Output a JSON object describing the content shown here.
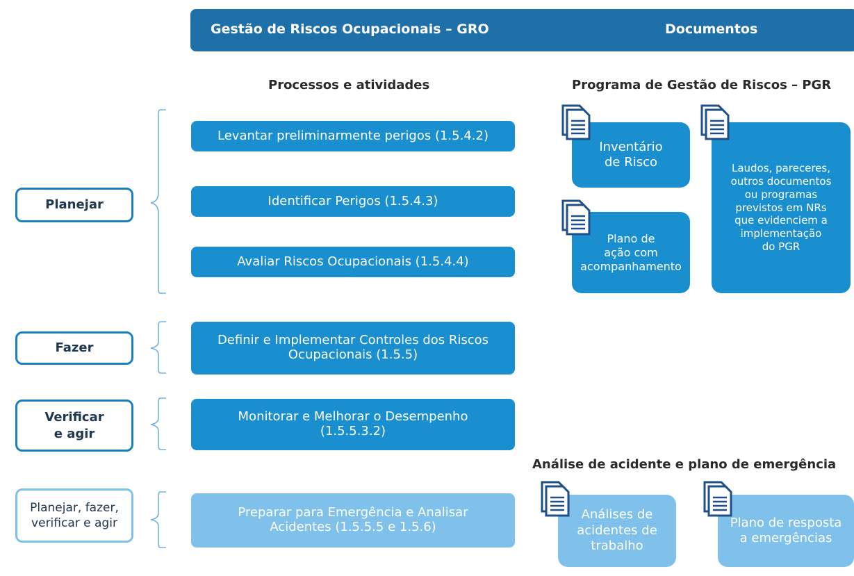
{
  "header": {
    "left_title": "Gestão de Riscos Ocupacionais  – GRO",
    "right_title": "Documentos"
  },
  "columns": {
    "processes_title": "Processos e atividades",
    "pgr_title": "Programa de Gestão de Riscos  – PGR",
    "accidents_title": "Análise de acidente e plano de emergência"
  },
  "phases": {
    "plan": "Planejar",
    "do": "Fazer",
    "check_act": "Verificar\ne agir",
    "all": "Planejar, fazer,\nverificar e agir"
  },
  "steps": {
    "s1": "Levantar preliminarmente perigos (1.5.4.2)",
    "s2": "Identificar Perigos (1.5.4.3)",
    "s3": "Avaliar Riscos Ocupacionais (1.5.4.4)",
    "s4": "Definir e Implementar Controles dos Riscos\nOcupacionais (1.5.5)",
    "s5": "Monitorar e Melhorar o Desempenho\n(1.5.5.3.2)",
    "s6": "Preparar para Emergência e Analisar\nAcidentes (1.5.5.5 e 1.5.6)"
  },
  "documents": {
    "inventory": "Inventário\nde Risco",
    "action_plan": "Plano de\nação com\nacompanhamento",
    "reports": "Laudos, pareceres,\noutros documentos\nou programas\nprevistos em NRs\nque evidenciem a\nimplementação\ndo PGR",
    "accident_analysis": "Análises de\nacidentes de\ntrabalho",
    "emergency_plan": "Plano de resposta\na emergências"
  },
  "colors": {
    "header": "#1f6fa8",
    "step": "#1a8fcf",
    "step_light": "#7fc1ea",
    "border": "#1a7fbf"
  },
  "icons": [
    "document-icon"
  ]
}
